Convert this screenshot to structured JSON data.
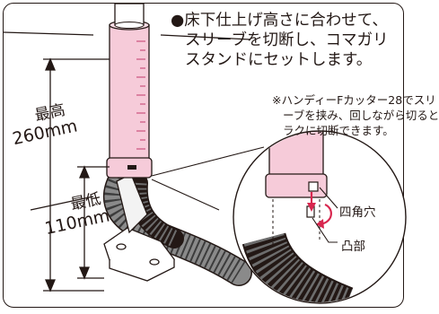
{
  "main_text": {
    "bullet": "●",
    "lines": [
      "床下仕上げ高さに合わせて、",
      "スリーブを切断し、コマガリ",
      "スタンドにセットします。"
    ]
  },
  "note_text": {
    "mark": "※",
    "lines": [
      "ハンディーFカッター28でスリ",
      "ーブを挟み、回しながら切ると",
      "ラクに切断できます。"
    ]
  },
  "dimensions": {
    "max_label": "最高",
    "max_value": "260mm",
    "min_label": "最低",
    "min_value": "110mm"
  },
  "callouts": {
    "square_hole": "四角穴",
    "protrusion": "凸部"
  },
  "colors": {
    "sleeve_pink": "#f6cbd9",
    "sleeve_line": "#c23a6a",
    "outline": "#231815",
    "hose_gray": "#6d6d6d",
    "arrow_red": "#d8274f"
  }
}
